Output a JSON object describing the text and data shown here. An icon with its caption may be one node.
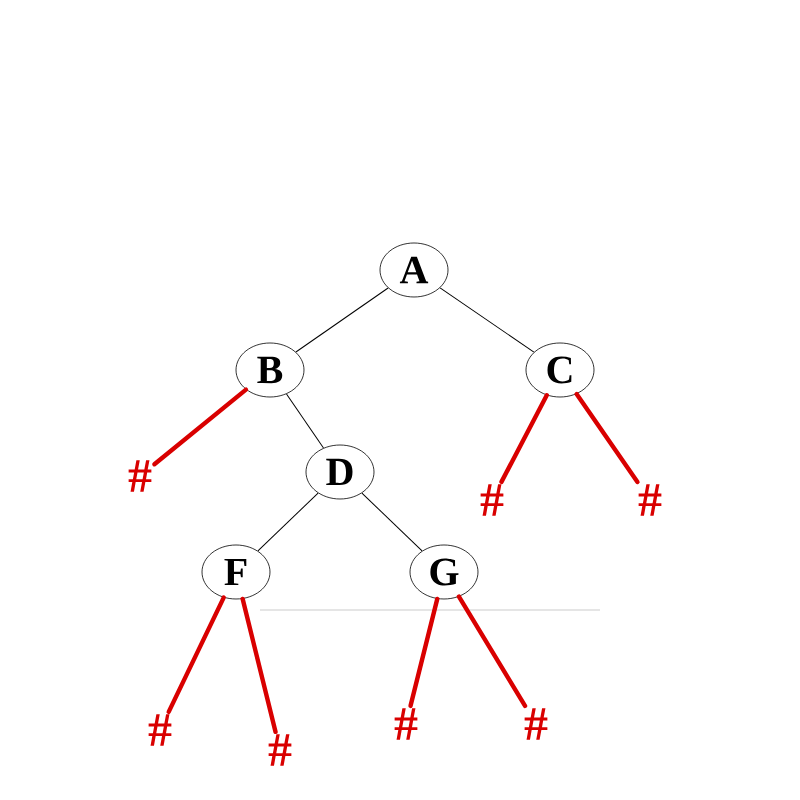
{
  "diagram": {
    "nodes": [
      {
        "text": [
          "A"
        ]
      },
      {
        "text": [
          "B"
        ]
      },
      {
        "text": [
          "C"
        ]
      },
      {
        "text": [
          "D"
        ]
      },
      {
        "text": [
          "F"
        ]
      },
      {
        "text": [
          "G"
        ]
      },
      {
        "text": [
          "#"
        ]
      },
      {
        "text": [
          "#"
        ]
      },
      {
        "text": [
          "#"
        ]
      },
      {
        "text": [
          "#"
        ]
      },
      {
        "text": [
          "#"
        ]
      },
      {
        "text": [
          "#"
        ]
      },
      {
        "text": [
          "#"
        ]
      }
    ],
    "edges": [
      {
        "from": 0,
        "to": 1,
        "arrow": "none",
        "color": "#000000"
      },
      {
        "from": 0,
        "to": 2,
        "arrow": "none",
        "color": "#000000"
      },
      {
        "from": 1,
        "to": 3,
        "arrow": "none",
        "color": "#000000"
      },
      {
        "from": 3,
        "to": 4,
        "arrow": "none",
        "color": "#000000"
      },
      {
        "from": 3,
        "to": 5,
        "arrow": "none",
        "color": "#000000"
      },
      {
        "from": 1,
        "to": 6,
        "arrow": "none"
      },
      {
        "from": 2,
        "to": 7,
        "arrow": "none"
      },
      {
        "from": 2,
        "to": 8,
        "arrow": "none"
      },
      {
        "from": 4,
        "to": 9,
        "arrow": "none"
      },
      {
        "from": 4,
        "to": 10,
        "arrow": "none"
      },
      {
        "from": 5,
        "to": 11,
        "arrow": "none"
      },
      {
        "from": 5,
        "to": 12,
        "arrow": "none"
      }
    ]
  }
}
